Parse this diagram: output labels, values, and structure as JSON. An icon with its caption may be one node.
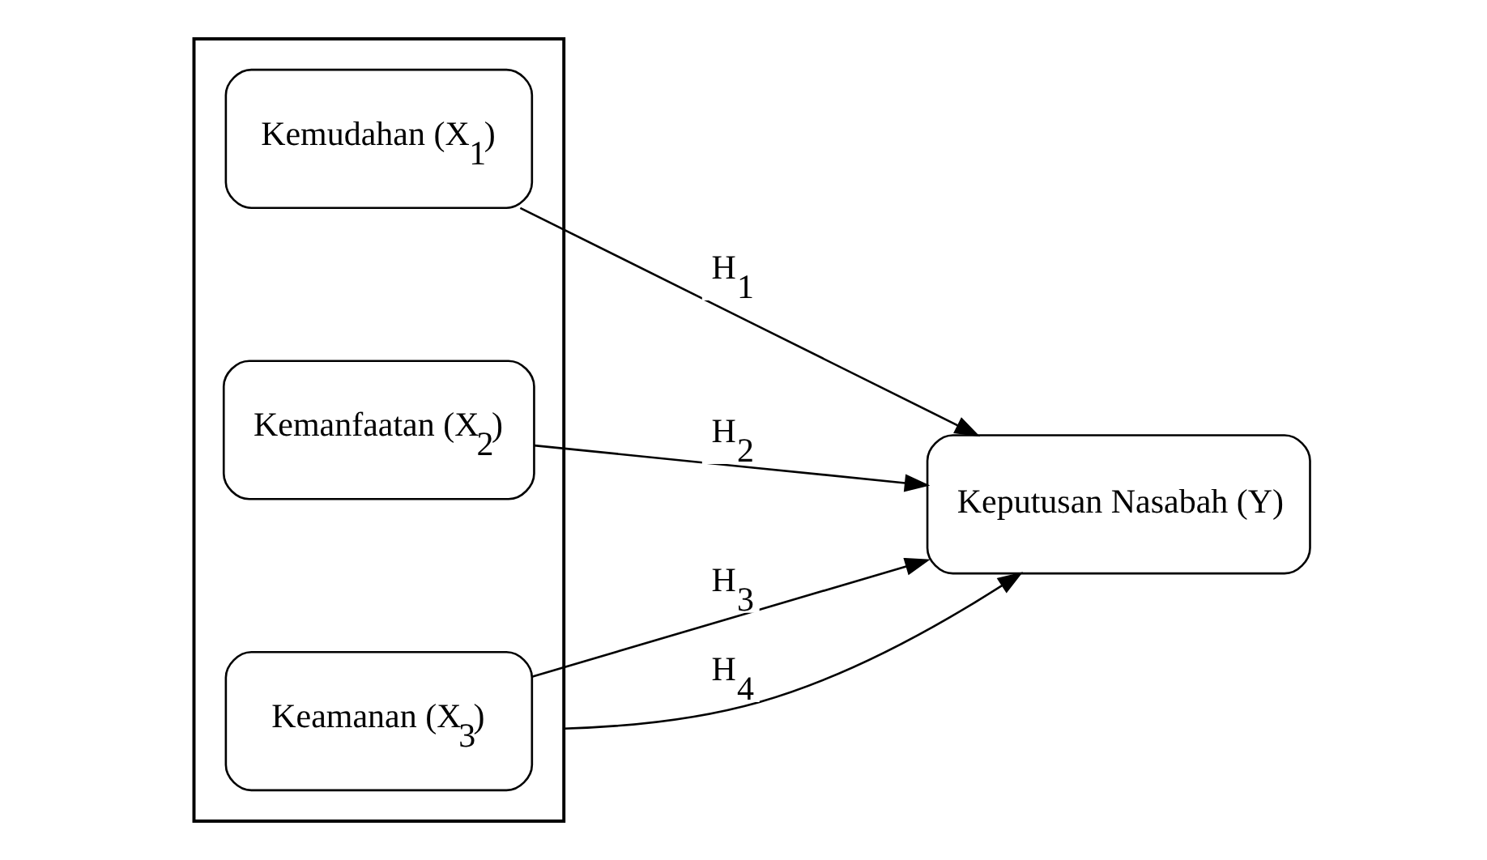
{
  "diagram": {
    "nodes": [
      {
        "text": [],
        "shape": "box"
      },
      {
        "text": [
          "Kemudahan (X$_{1}$)"
        ],
        "in": 0
      },
      {
        "text": [
          "Kemanfaatan (X$_{2}$)"
        ],
        "in": 0
      },
      {
        "text": [
          "Keamanan (X$_{3}$)"
        ],
        "in": 0
      },
      {
        "text": [
          "Keputusan Nasabah (Y)"
        ]
      }
    ],
    "edges": [
      {
        "from": 1,
        "to": 4,
        "arrow": "to",
        "label": "H$_{1}$"
      },
      {
        "from": 2,
        "to": 4,
        "arrow": "to",
        "label": "H$_{2}$"
      },
      {
        "from": 3,
        "to": 4,
        "arrow": "to",
        "label": "H$_{3}$"
      },
      {
        "from": 0,
        "to": 4,
        "arrow": "to",
        "label": "H$_{4}$"
      }
    ]
  }
}
